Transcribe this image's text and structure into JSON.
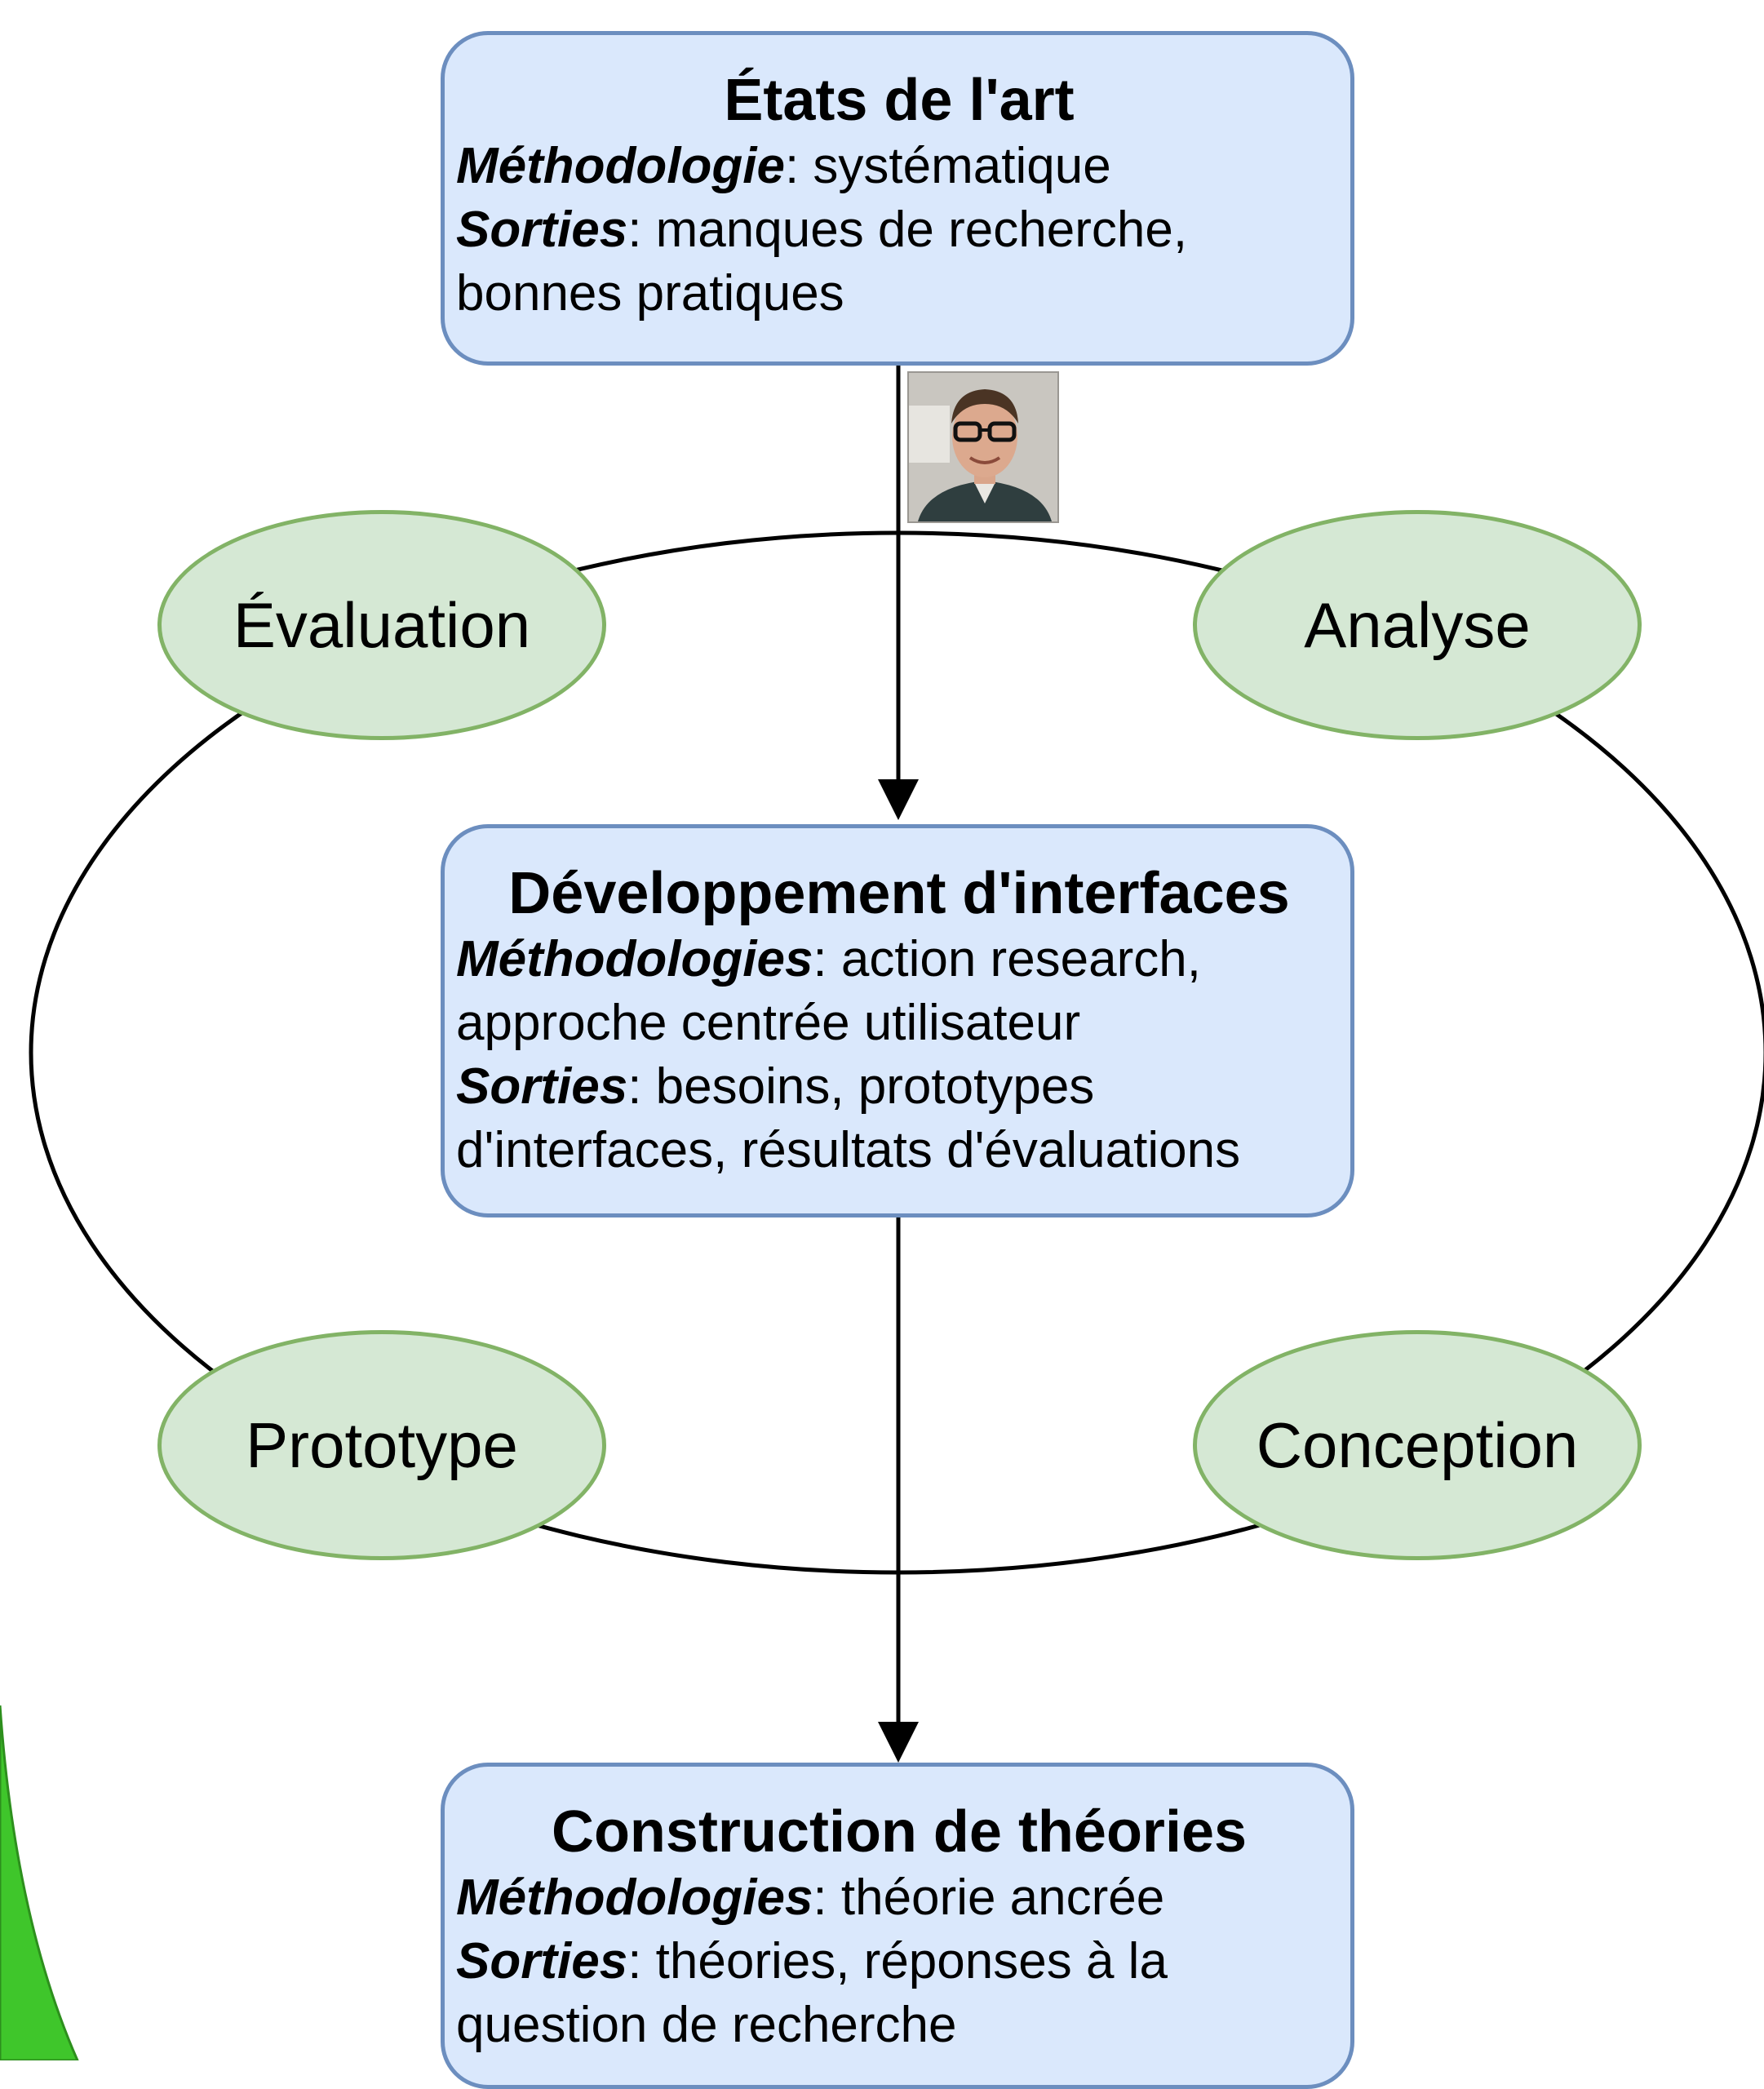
{
  "colors": {
    "box_fill": "#dae8fc",
    "box_stroke": "#6c8ebf",
    "phase_fill": "#d5e8d4",
    "phase_stroke": "#82b366",
    "corner_accent": "#3fc62b",
    "line": "#000000"
  },
  "boxes": {
    "etats": {
      "title": "États de l'art",
      "line1_kw": "Méthodologie",
      "line1_text": ": systématique",
      "line2_kw": "Sorties",
      "line2_text": ": manques de recherche,",
      "line3_text": "bonnes pratiques"
    },
    "developpement": {
      "title": "Développement d'interfaces",
      "line1_kw": "Méthodologies",
      "line1_text": ": action research,",
      "line2_text": "approche centrée utilisateur",
      "line3_kw": "Sorties",
      "line3_text": ": besoins, prototypes",
      "line4_text": "d'interfaces, résultats d'évaluations"
    },
    "construction": {
      "title": "Construction de théories",
      "line1_kw": "Méthodologies",
      "line1_text": ": théorie ancrée",
      "line2_kw": "Sorties",
      "line2_text": ": théories, réponses à la",
      "line3_text": "question de recherche"
    }
  },
  "phases": {
    "evaluation": "Évaluation",
    "analyse": "Analyse",
    "prototype": "Prototype",
    "conception": "Conception"
  },
  "icons": {
    "avatar": "person-photo-icon"
  }
}
